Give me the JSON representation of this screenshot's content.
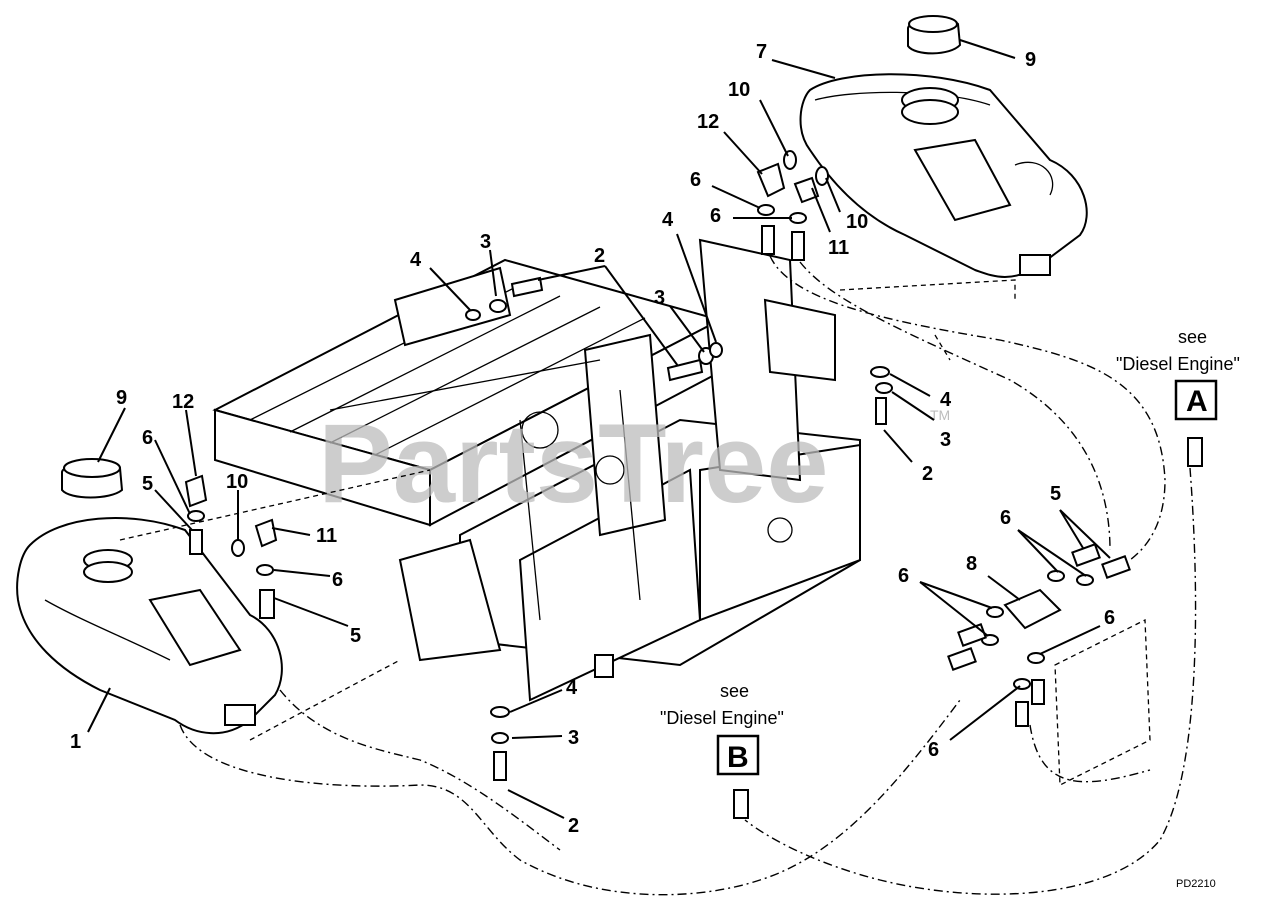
{
  "watermark": "PartsTree",
  "watermark_tm": "TM",
  "diagram_code": "PD2210",
  "references": {
    "A": {
      "see": "see",
      "target": "\"Diesel Engine\"",
      "letter": "A"
    },
    "B": {
      "see": "see",
      "target": "\"Diesel Engine\"",
      "letter": "B"
    }
  },
  "callouts": {
    "c1": "1",
    "c2a": "2",
    "c2b": "2",
    "c2c": "2",
    "c3a": "3",
    "c3b": "3",
    "c3c": "3",
    "c3d": "3",
    "c4a": "4",
    "c4b": "4",
    "c4c": "4",
    "c4d": "4",
    "c5a": "5",
    "c5b": "5",
    "c5c": "5",
    "c6a": "6",
    "c6b": "6",
    "c6c": "6",
    "c6d": "6",
    "c6e": "6",
    "c6f": "6",
    "c6g": "6",
    "c6h": "6",
    "c7": "7",
    "c8": "8",
    "c9a": "9",
    "c9b": "9",
    "c10a": "10",
    "c10b": "10",
    "c10c": "10",
    "c11a": "11",
    "c11b": "11",
    "c12a": "12",
    "c12b": "12"
  }
}
